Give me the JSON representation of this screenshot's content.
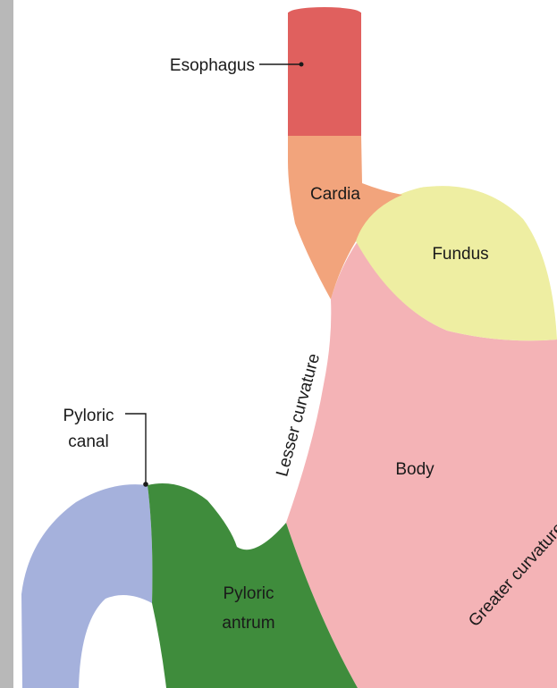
{
  "labels": {
    "esophagus": "Esophagus",
    "cardia": "Cardia",
    "fundus": "Fundus",
    "body": "Body",
    "lesser_curvature": "Lesser curvature",
    "greater_curvature": "Greater curvature",
    "pyloric_canal_line1": "Pyloric",
    "pyloric_canal_line2": "canal",
    "pyloric_antrum_line1": "Pyloric",
    "pyloric_antrum_line2": "antrum"
  },
  "colors": {
    "frame_bar": "#b8b8b8",
    "esophagus": "#e0605e",
    "cardia": "#f2a47c",
    "fundus": "#eeeea2",
    "body": "#f4b3b6",
    "pyloric_antrum": "#3f8c3c",
    "pyloric_canal": "#a5b1dc",
    "text": "#1a1a1a"
  }
}
